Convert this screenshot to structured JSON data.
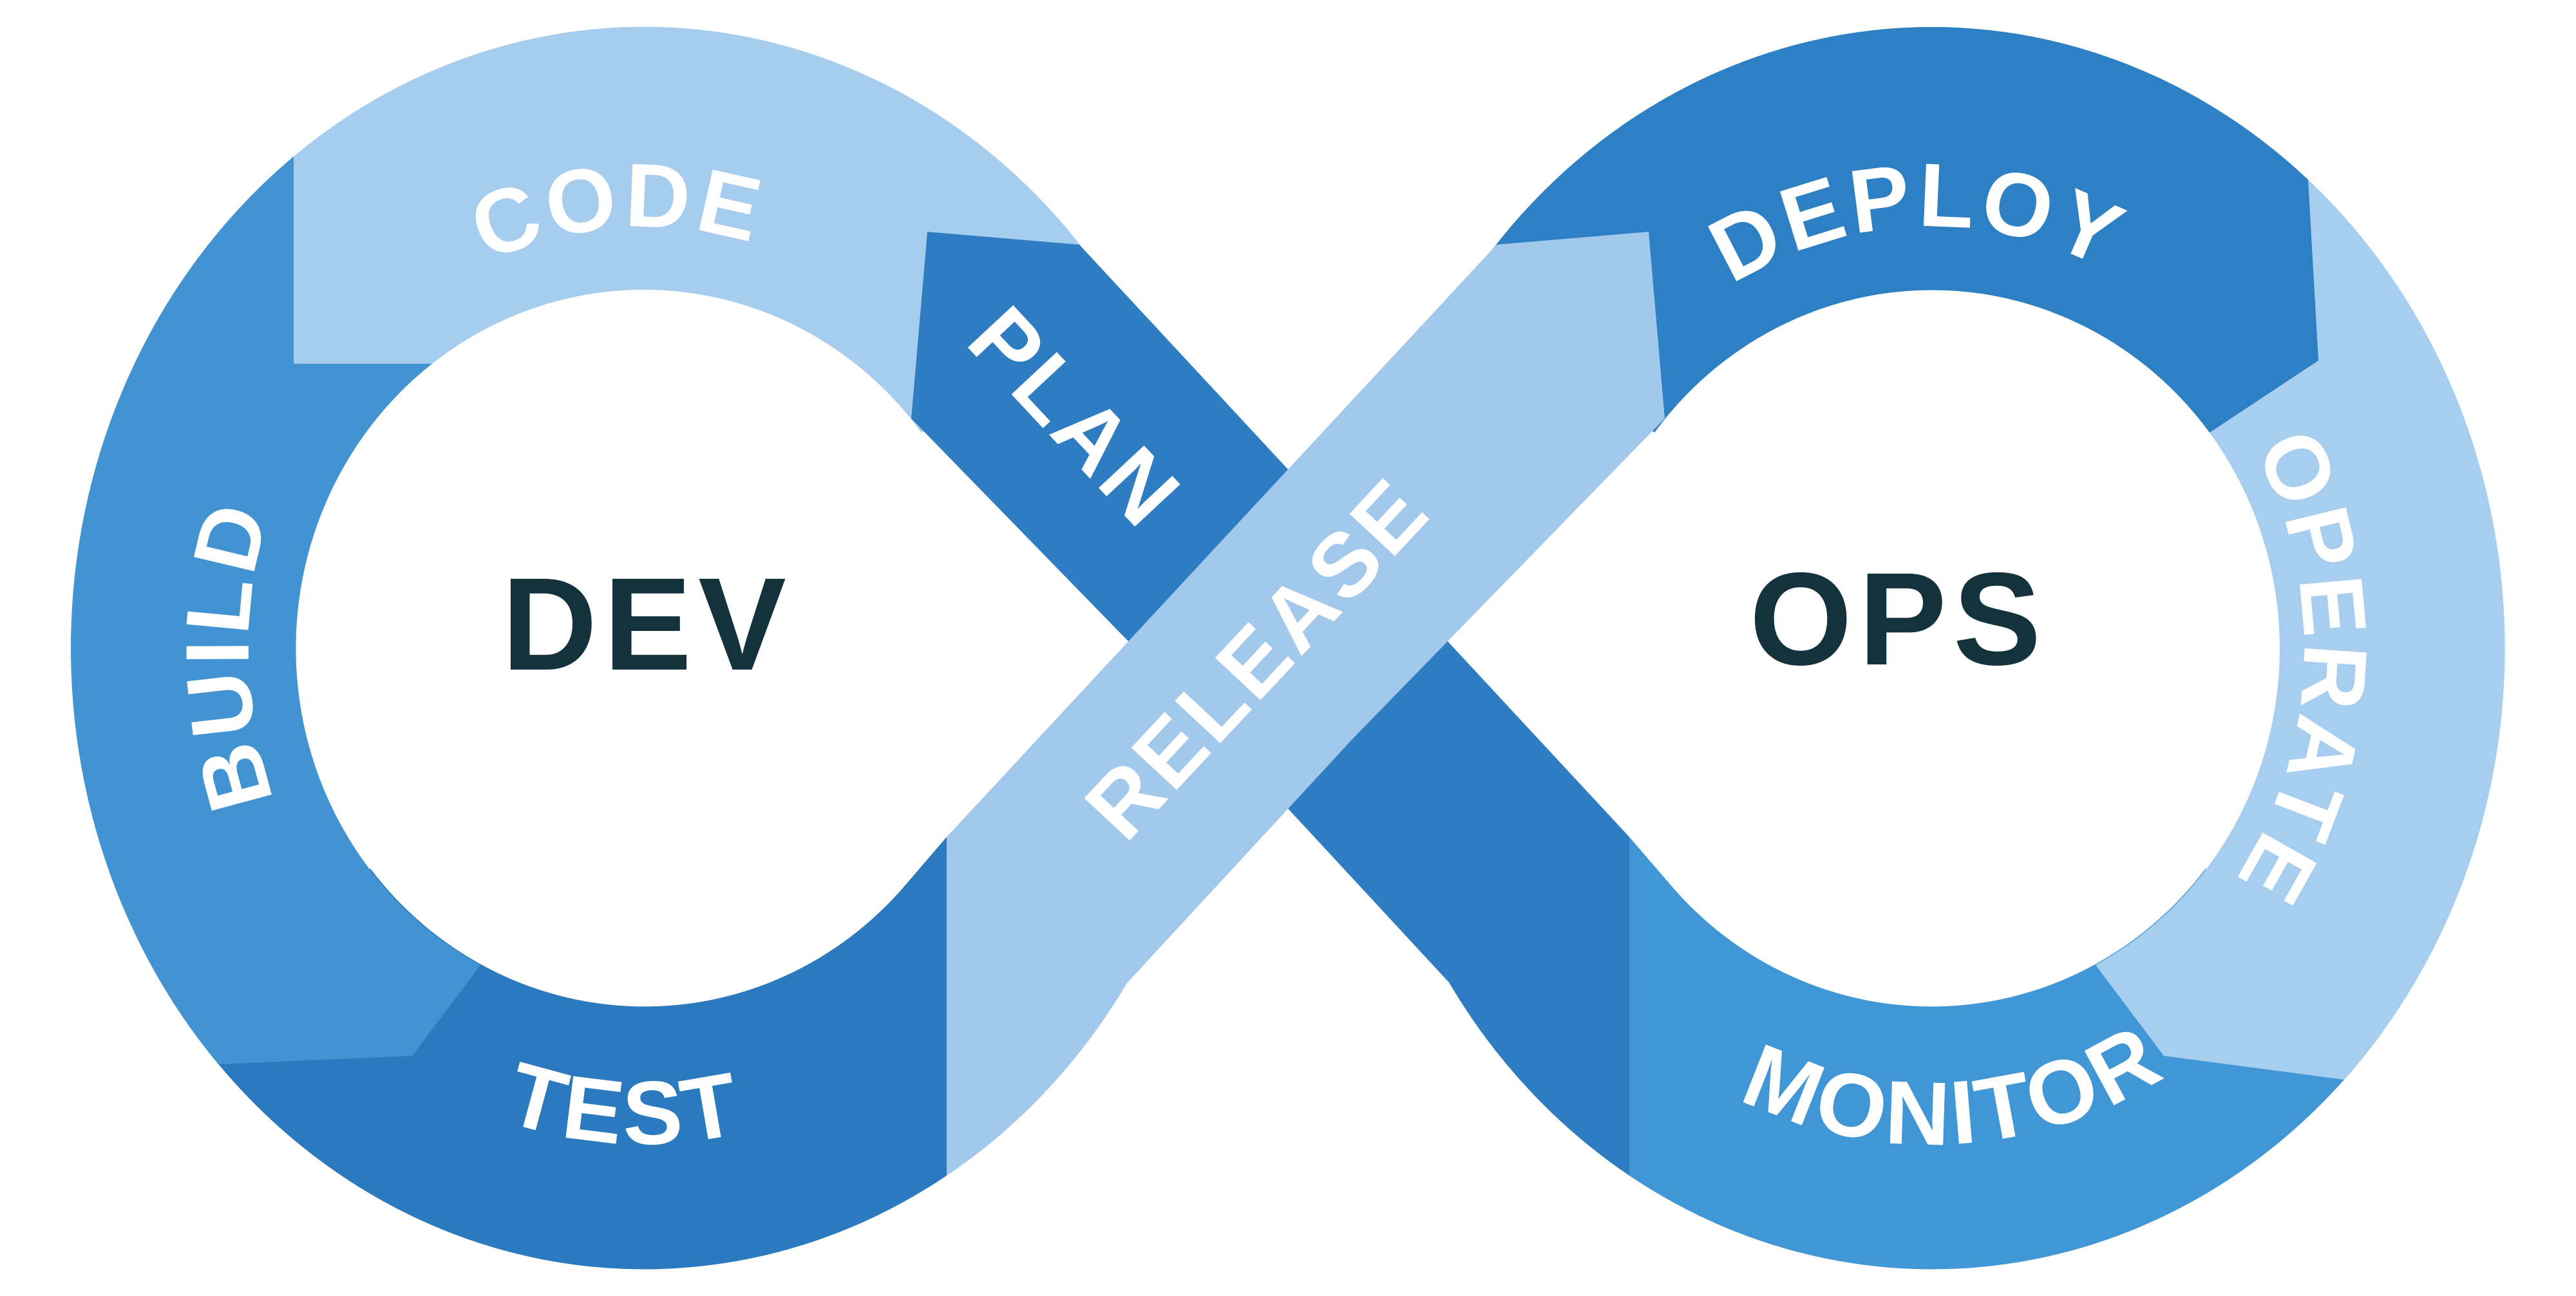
{
  "diagram": {
    "type": "devops-infinity-loop",
    "left_loop_label": "DEV",
    "right_loop_label": "OPS",
    "segments": [
      {
        "id": "plan",
        "label": "PLAN",
        "color": "#2E7CC2",
        "shade": "dark"
      },
      {
        "id": "code",
        "label": "CODE",
        "color": "#A6CCEE",
        "shade": "light"
      },
      {
        "id": "build",
        "label": "BUILD",
        "color": "#4193D1",
        "shade": "medium"
      },
      {
        "id": "test",
        "label": "TEST",
        "color": "#2B79BF",
        "shade": "dark"
      },
      {
        "id": "release",
        "label": "RELEASE",
        "color": "#A2C9EB",
        "shade": "light"
      },
      {
        "id": "deploy",
        "label": "DEPLOY",
        "color": "#2E80C4",
        "shade": "dark"
      },
      {
        "id": "operate",
        "label": "OPERATE",
        "color": "#A7CEEF",
        "shade": "light"
      },
      {
        "id": "monitor",
        "label": "MONITOR",
        "color": "#4197D5",
        "shade": "medium"
      }
    ],
    "segment_label_color": "#FFFFFF",
    "loop_label_color": "#14323C",
    "background_color": "#FFFFFF"
  }
}
